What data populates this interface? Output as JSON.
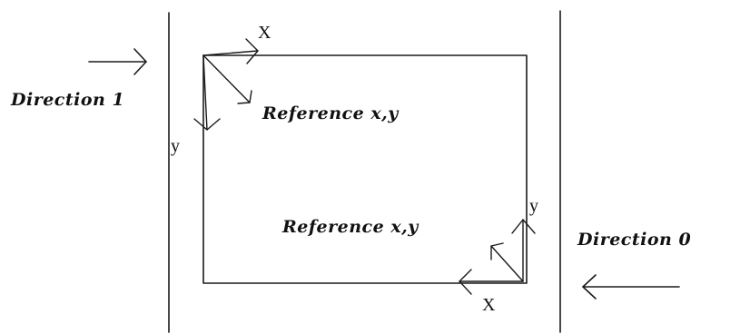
{
  "labels": {
    "direction_1": "Direction 1",
    "direction_0": "Direction 0",
    "reference_top": "Reference x,y",
    "reference_bottom": "Reference x,y",
    "axis_x_top": "X",
    "axis_y_top": "y",
    "axis_x_bottom": "X",
    "axis_y_bottom": "y"
  }
}
